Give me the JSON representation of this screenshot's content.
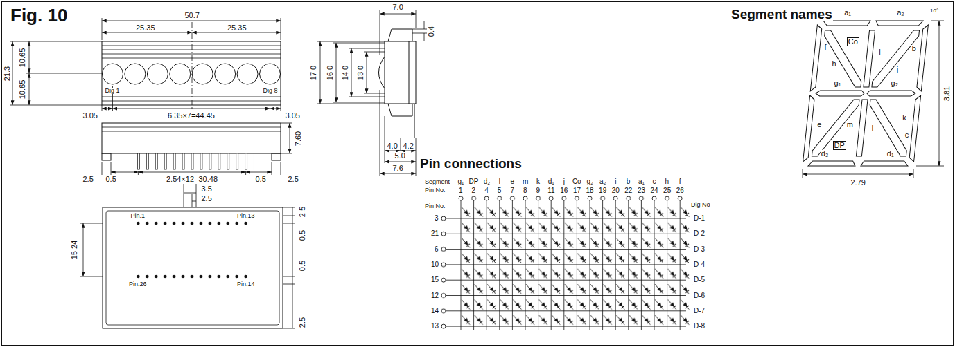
{
  "diagram": {
    "title": "Fig. 10",
    "labels": [
      "50.7",
      "25.35",
      "25.35",
      "21.3",
      "10.65",
      "10.65",
      "Dig 1",
      "Dig 8",
      "3.05",
      "6.35×7=44.45",
      "3.05",
      "7.60",
      "2.5",
      "0.5",
      "2.54×12=30.48",
      "0.5",
      "2.5",
      "3.5",
      "2.5",
      "Pin.1",
      "Pin.13",
      "15.24",
      "2.5",
      "0.5",
      "Pin.26",
      "Pin.14",
      "0.5",
      "2.5",
      "7.0",
      "0.4",
      "17.0",
      "16.0",
      "14.0",
      "13.0",
      "4.0",
      "4.2",
      "5.0",
      "7.6",
      "Segment names",
      "a₁",
      "a₂",
      "Co",
      "b",
      "f",
      "h",
      "i",
      "j",
      "g₁",
      "g₂",
      "e",
      "m",
      "l",
      "k",
      "c",
      "DP",
      "d₂",
      "d₁",
      "3.81",
      "2.79",
      "10°",
      "Pin connections",
      "Segment",
      "Pin No.",
      "g₁",
      "DP",
      "d₂",
      "l",
      "e",
      "m",
      "k",
      "d₁",
      "j",
      "Co",
      "g₂",
      "a₂",
      "i",
      "b",
      "a₁",
      "c",
      "h",
      "f",
      "1",
      "2",
      "4",
      "5",
      "7",
      "8",
      "9",
      "11",
      "16",
      "17",
      "18",
      "19",
      "20",
      "22",
      "23",
      "24",
      "25",
      "26",
      "Pin No.",
      "3",
      "21",
      "6",
      "10",
      "15",
      "12",
      "14",
      "13",
      "Dig No",
      "D-1",
      "D-2",
      "D-3",
      "D-4",
      "D-5",
      "D-6",
      "D-7",
      "D-8"
    ]
  }
}
